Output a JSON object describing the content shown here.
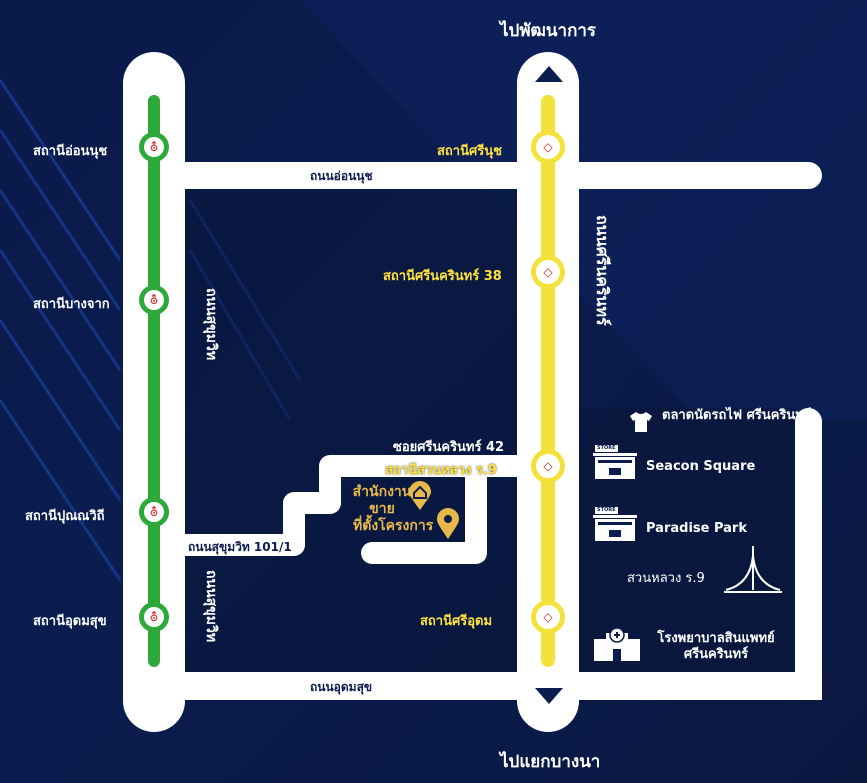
{
  "directions": {
    "north": "ไปพัฒนาการ",
    "south": "ไปแยกบางนา"
  },
  "roads": {
    "on_nut": "ถนนอ่อนนุช",
    "udom_suk": "ถนนอุดมสุข",
    "sukhumvit_upper": "ถนนสุขุมวิท",
    "sukhumvit_lower": "ถนนสุขุมวิท",
    "srinakarin": "ถนนศรีนครินทร์",
    "soi_srinakarin_42": "ซอยศรีนครินทร์ 42",
    "sukhumvit_101_1": "ถนนสุขุมวิท 101/1"
  },
  "green_line_stations": [
    "สถานีอ่อนนุช",
    "สถานีบางจาก",
    "สถานีปุณณวิถี",
    "สถานีอุดมสุข"
  ],
  "yellow_line_stations": [
    "สถานีศรีนุช",
    "สถานีศรีนครินทร์ 38",
    "สถานีสวนหลวง ร.9",
    "สถานีศรีอุดม"
  ],
  "markers": {
    "sales_office": "สำนักงานขาย",
    "project_location": "ที่ตั้งโครงการ"
  },
  "landmarks": {
    "train_market": "ตลาดนัดรถไฟ ศรีนครินทร์",
    "seacon": "Seacon Square",
    "paradise": "Paradise Park",
    "suan_luang": "สวนหลวง  ร.9",
    "hospital": "โรงพยาบาลสินแพทย์ ศรีนครินทร์",
    "store_sign": "STORE"
  },
  "colors": {
    "green_line": "#2fa83a",
    "yellow_line": "#f4e23a",
    "background": "#0b1c4f",
    "gold": "#e9b84a"
  }
}
